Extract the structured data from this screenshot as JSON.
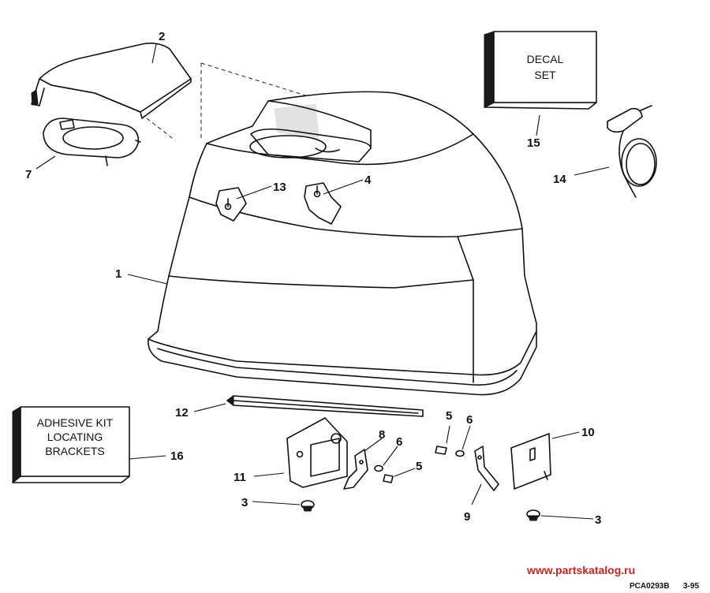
{
  "callouts": {
    "c1": "1",
    "c2": "2",
    "c3a": "3",
    "c3b": "3",
    "c4": "4",
    "c5a": "5",
    "c5b": "5",
    "c6a": "6",
    "c6b": "6",
    "c7": "7",
    "c8": "8",
    "c9": "9",
    "c10": "10",
    "c11": "11",
    "c12": "12",
    "c13": "13",
    "c14": "14",
    "c15": "15",
    "c16": "16"
  },
  "decal_box": {
    "line1": "DECAL",
    "line2": "SET"
  },
  "adhesive_box": {
    "line1": "ADHESIVE KIT",
    "line2": "LOCATING",
    "line3": "BRACKETS"
  },
  "footer": {
    "watermark": "www.partskatalog.ru",
    "code": "PCA0293B",
    "date": "3-95"
  },
  "colors": {
    "line": "#111111",
    "watermark": "#cc2222",
    "background": "#ffffff"
  }
}
